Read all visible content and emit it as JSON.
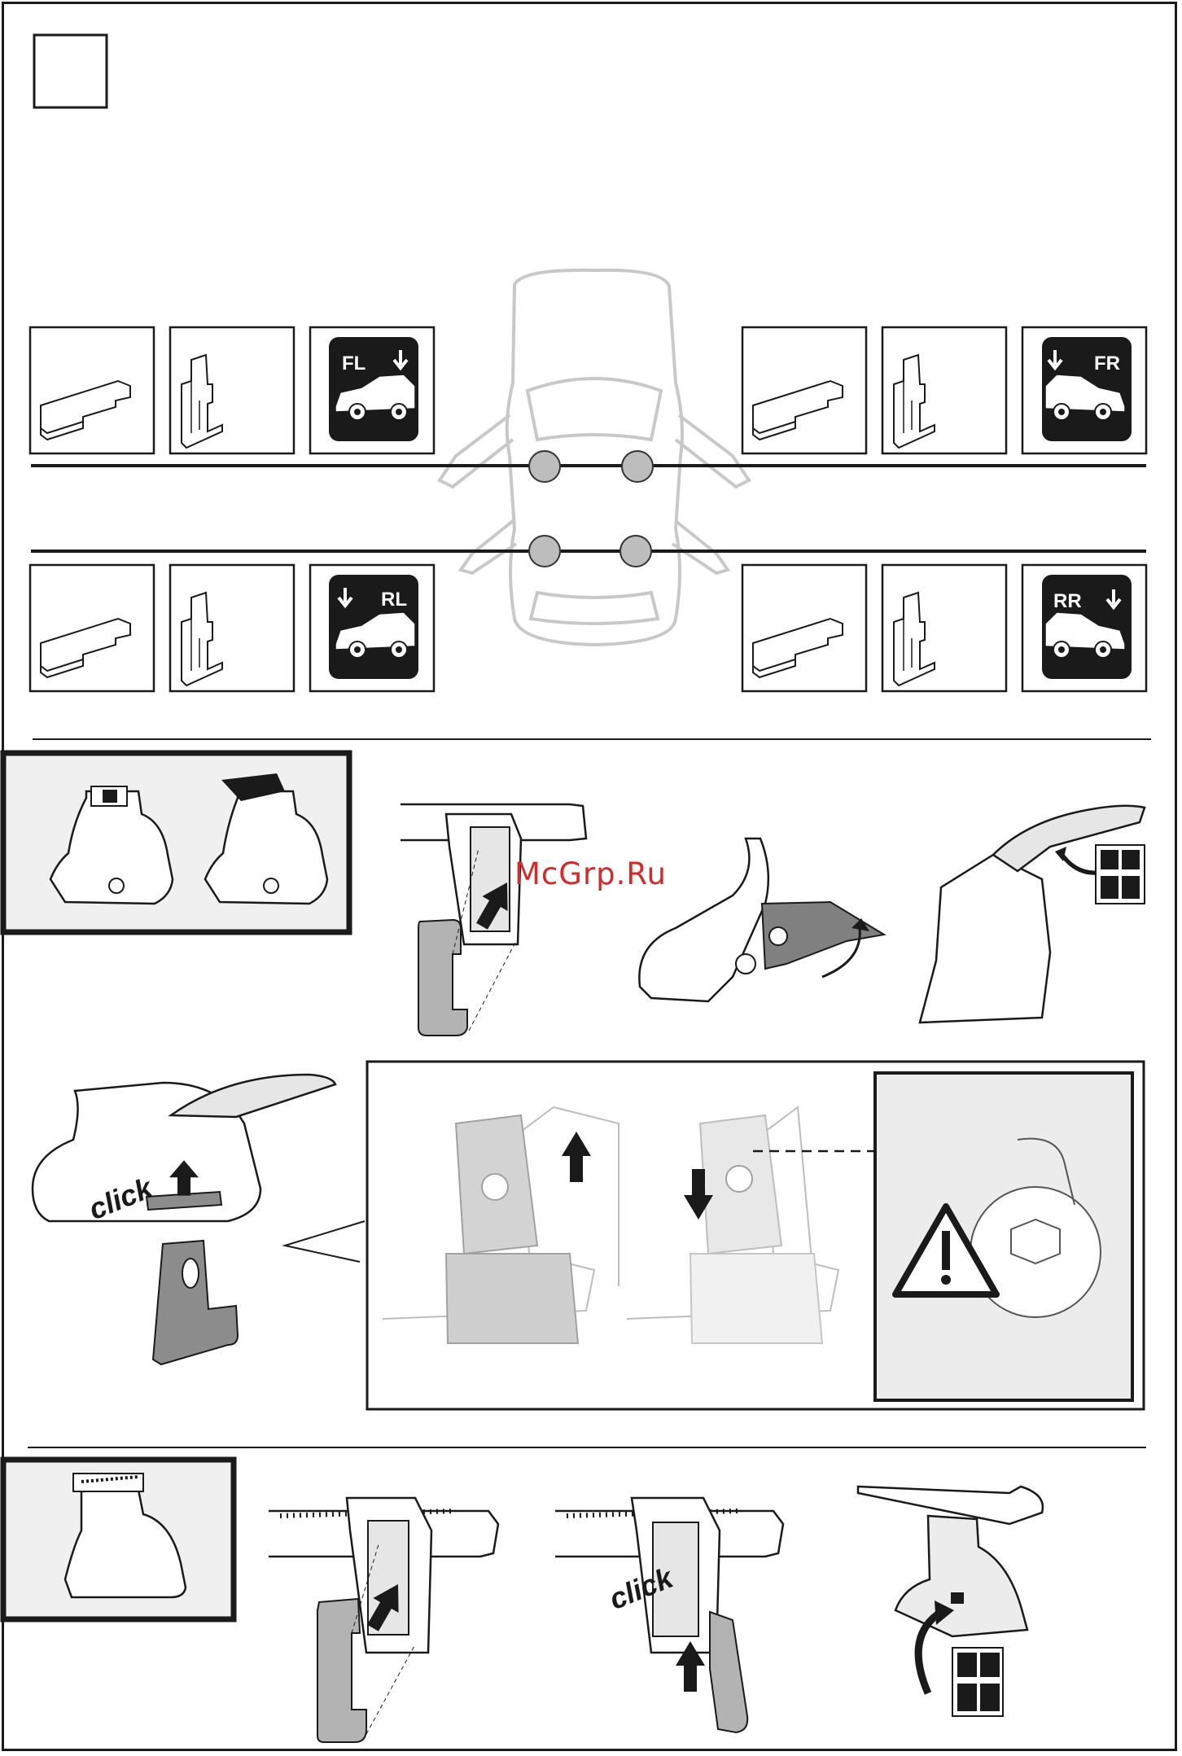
{
  "watermark": "McGrp.Ru",
  "positions": {
    "front_left": "FL",
    "front_right": "FR",
    "rear_left": "RL",
    "rear_right": "RR"
  },
  "click_labels": {
    "step_click_1": "click",
    "step_click_2": "click"
  },
  "icons": [
    "car-top-view",
    "foot-pad",
    "clamp-bracket",
    "warning-triangle",
    "arrow-up",
    "arrow-down",
    "curved-arrow",
    "roof-bar",
    "foot-assembly"
  ],
  "colors": {
    "line": "#1a1a1a",
    "part_grey": "#a9a9a9",
    "panel_bg": "#f0f0f0",
    "watermark": "#d42a2a",
    "car_outline": "#c8c8c8"
  }
}
